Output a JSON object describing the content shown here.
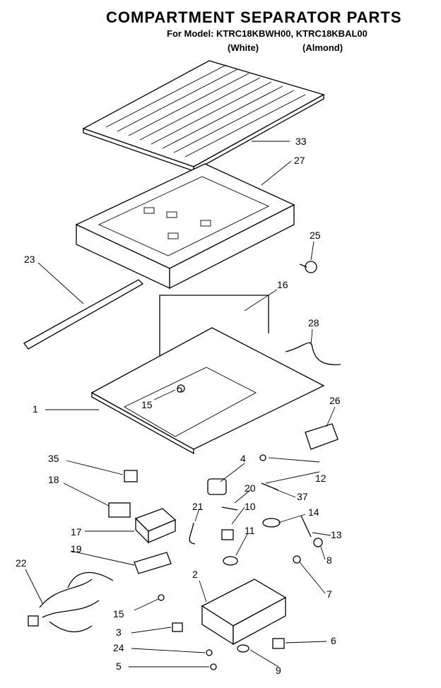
{
  "header": {
    "title": "COMPARTMENT SEPARATOR PARTS",
    "model_line": "For Model: KTRC18KBWH00, KTRC18KBAL00",
    "color_white": "(White)",
    "color_almond": "(Almond)"
  },
  "callouts": [
    "33",
    "27",
    "25",
    "23",
    "16",
    "28",
    "1",
    "15",
    "26",
    "35",
    "4",
    "12",
    "18",
    "20",
    "37",
    "21",
    "10",
    "14",
    "17",
    "11",
    "13",
    "19",
    "8",
    "22",
    "2",
    "7",
    "15",
    "3",
    "6",
    "24",
    "9",
    "5"
  ]
}
